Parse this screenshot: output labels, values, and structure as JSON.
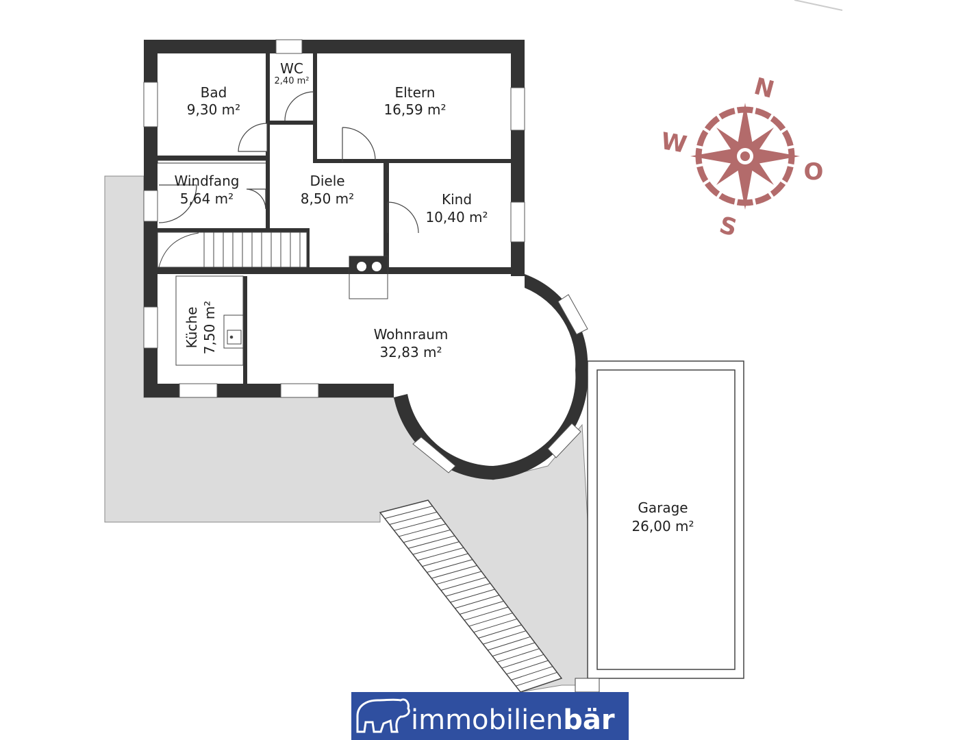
{
  "rooms": {
    "bad": {
      "name": "Bad",
      "area": "9,30 m²"
    },
    "wc": {
      "name": "WC",
      "area": "2,40 m²"
    },
    "eltern": {
      "name": "Eltern",
      "area": "16,59 m²"
    },
    "windfang": {
      "name": "Windfang",
      "area": "5,64 m²"
    },
    "diele": {
      "name": "Diele",
      "area": "8,50 m²"
    },
    "kind": {
      "name": "Kind",
      "area": "10,40 m²"
    },
    "kueche": {
      "name": "Küche",
      "area": "7,50 m²"
    },
    "wohnraum": {
      "name": "Wohnraum",
      "area": "32,83 m²"
    },
    "garage": {
      "name": "Garage",
      "area": "26,00 m²"
    }
  },
  "compass": {
    "n": "N",
    "o": "O",
    "s": "S",
    "w": "W",
    "color": "#b36b6b"
  },
  "logo": {
    "brand_regular": "immobilien",
    "brand_bold": "bär",
    "bg_color": "#2f4fa0"
  },
  "colors": {
    "wall": "#333333",
    "terrace": "#dcdcdc",
    "line": "#555555"
  }
}
